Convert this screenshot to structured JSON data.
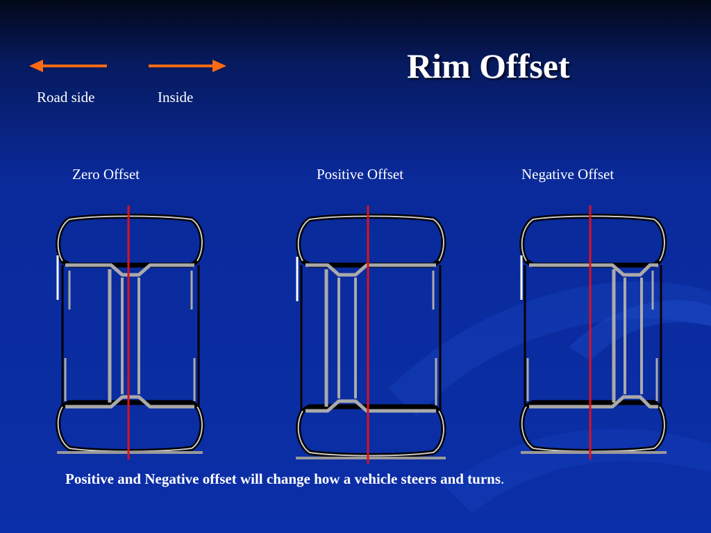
{
  "title": "Rim Offset",
  "directions": {
    "left_label": "Road side",
    "right_label": "Inside"
  },
  "rims": [
    {
      "label": "Zero Offset"
    },
    {
      "label": "Positive Offset"
    },
    {
      "label": "Negative Offset"
    }
  ],
  "caption": {
    "text": "Positive and Negative offset will change how a vehicle steers and turns",
    "period": "."
  },
  "colors": {
    "arrow": "#ff6a13",
    "centerline": "#e0101c",
    "background": "#0b2fa8"
  }
}
